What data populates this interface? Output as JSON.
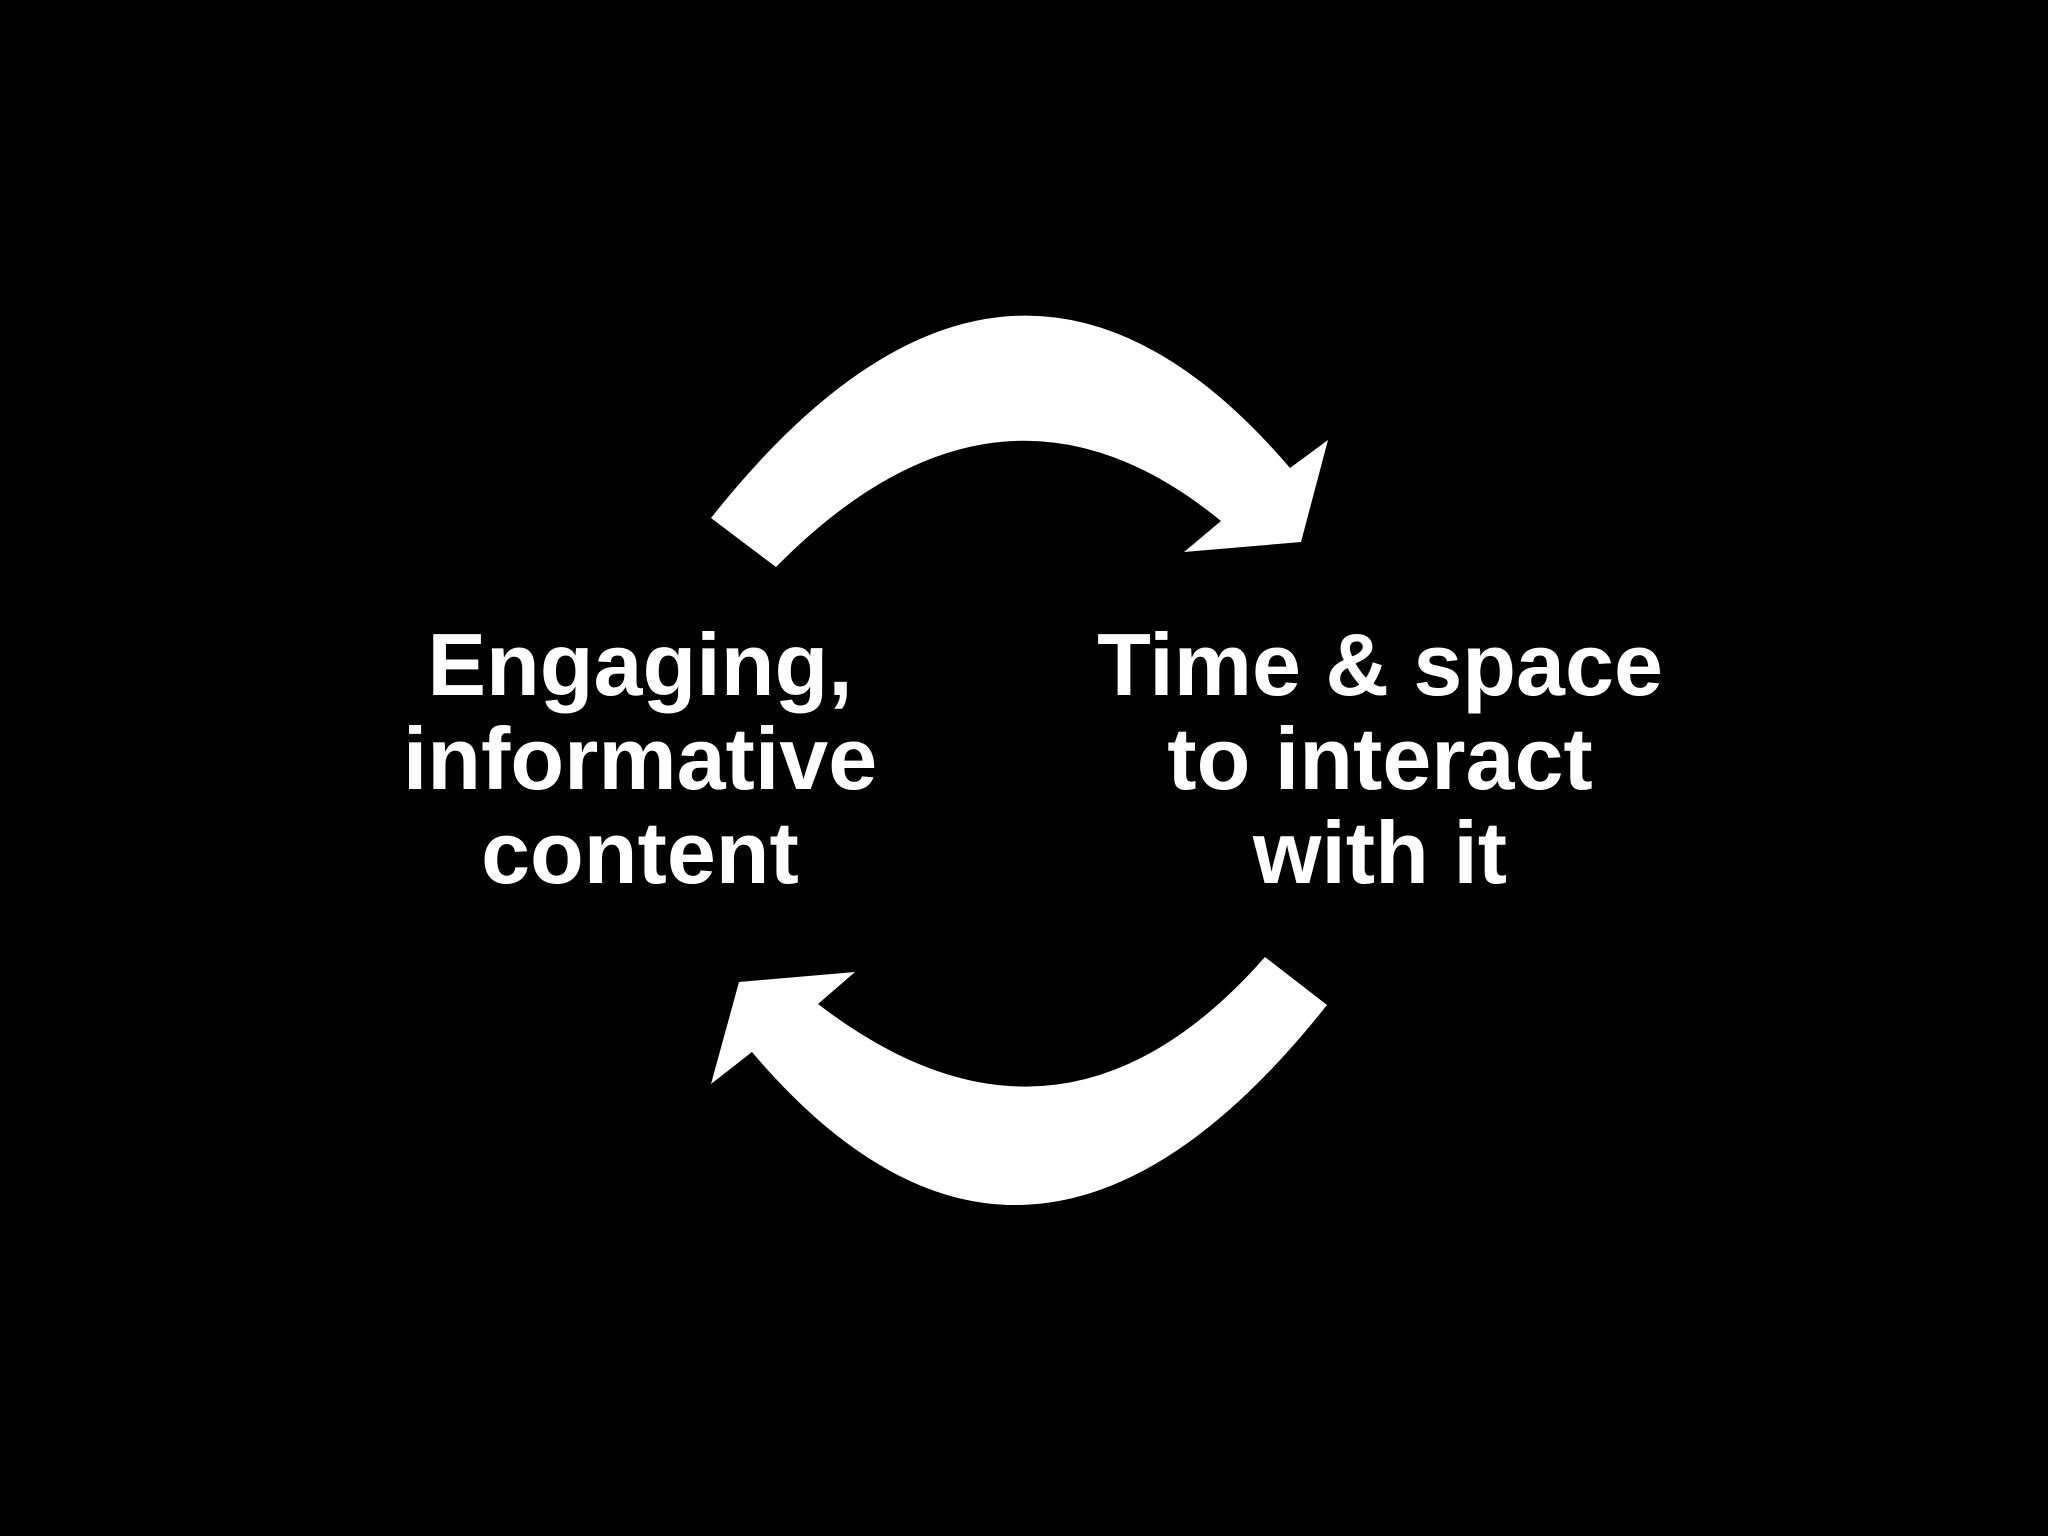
{
  "slide": {
    "background_color": "#000000",
    "foreground_color": "#ffffff",
    "left_label": {
      "lines": [
        "Engaging,",
        "informative",
        "content"
      ]
    },
    "right_label": {
      "lines": [
        "Time & space",
        "to interact",
        "with it"
      ]
    },
    "arrows": [
      {
        "name": "top-arrow",
        "direction": "clockwise",
        "from": "left_label",
        "to": "right_label"
      },
      {
        "name": "bottom-arrow",
        "direction": "clockwise",
        "from": "right_label",
        "to": "left_label"
      }
    ]
  }
}
